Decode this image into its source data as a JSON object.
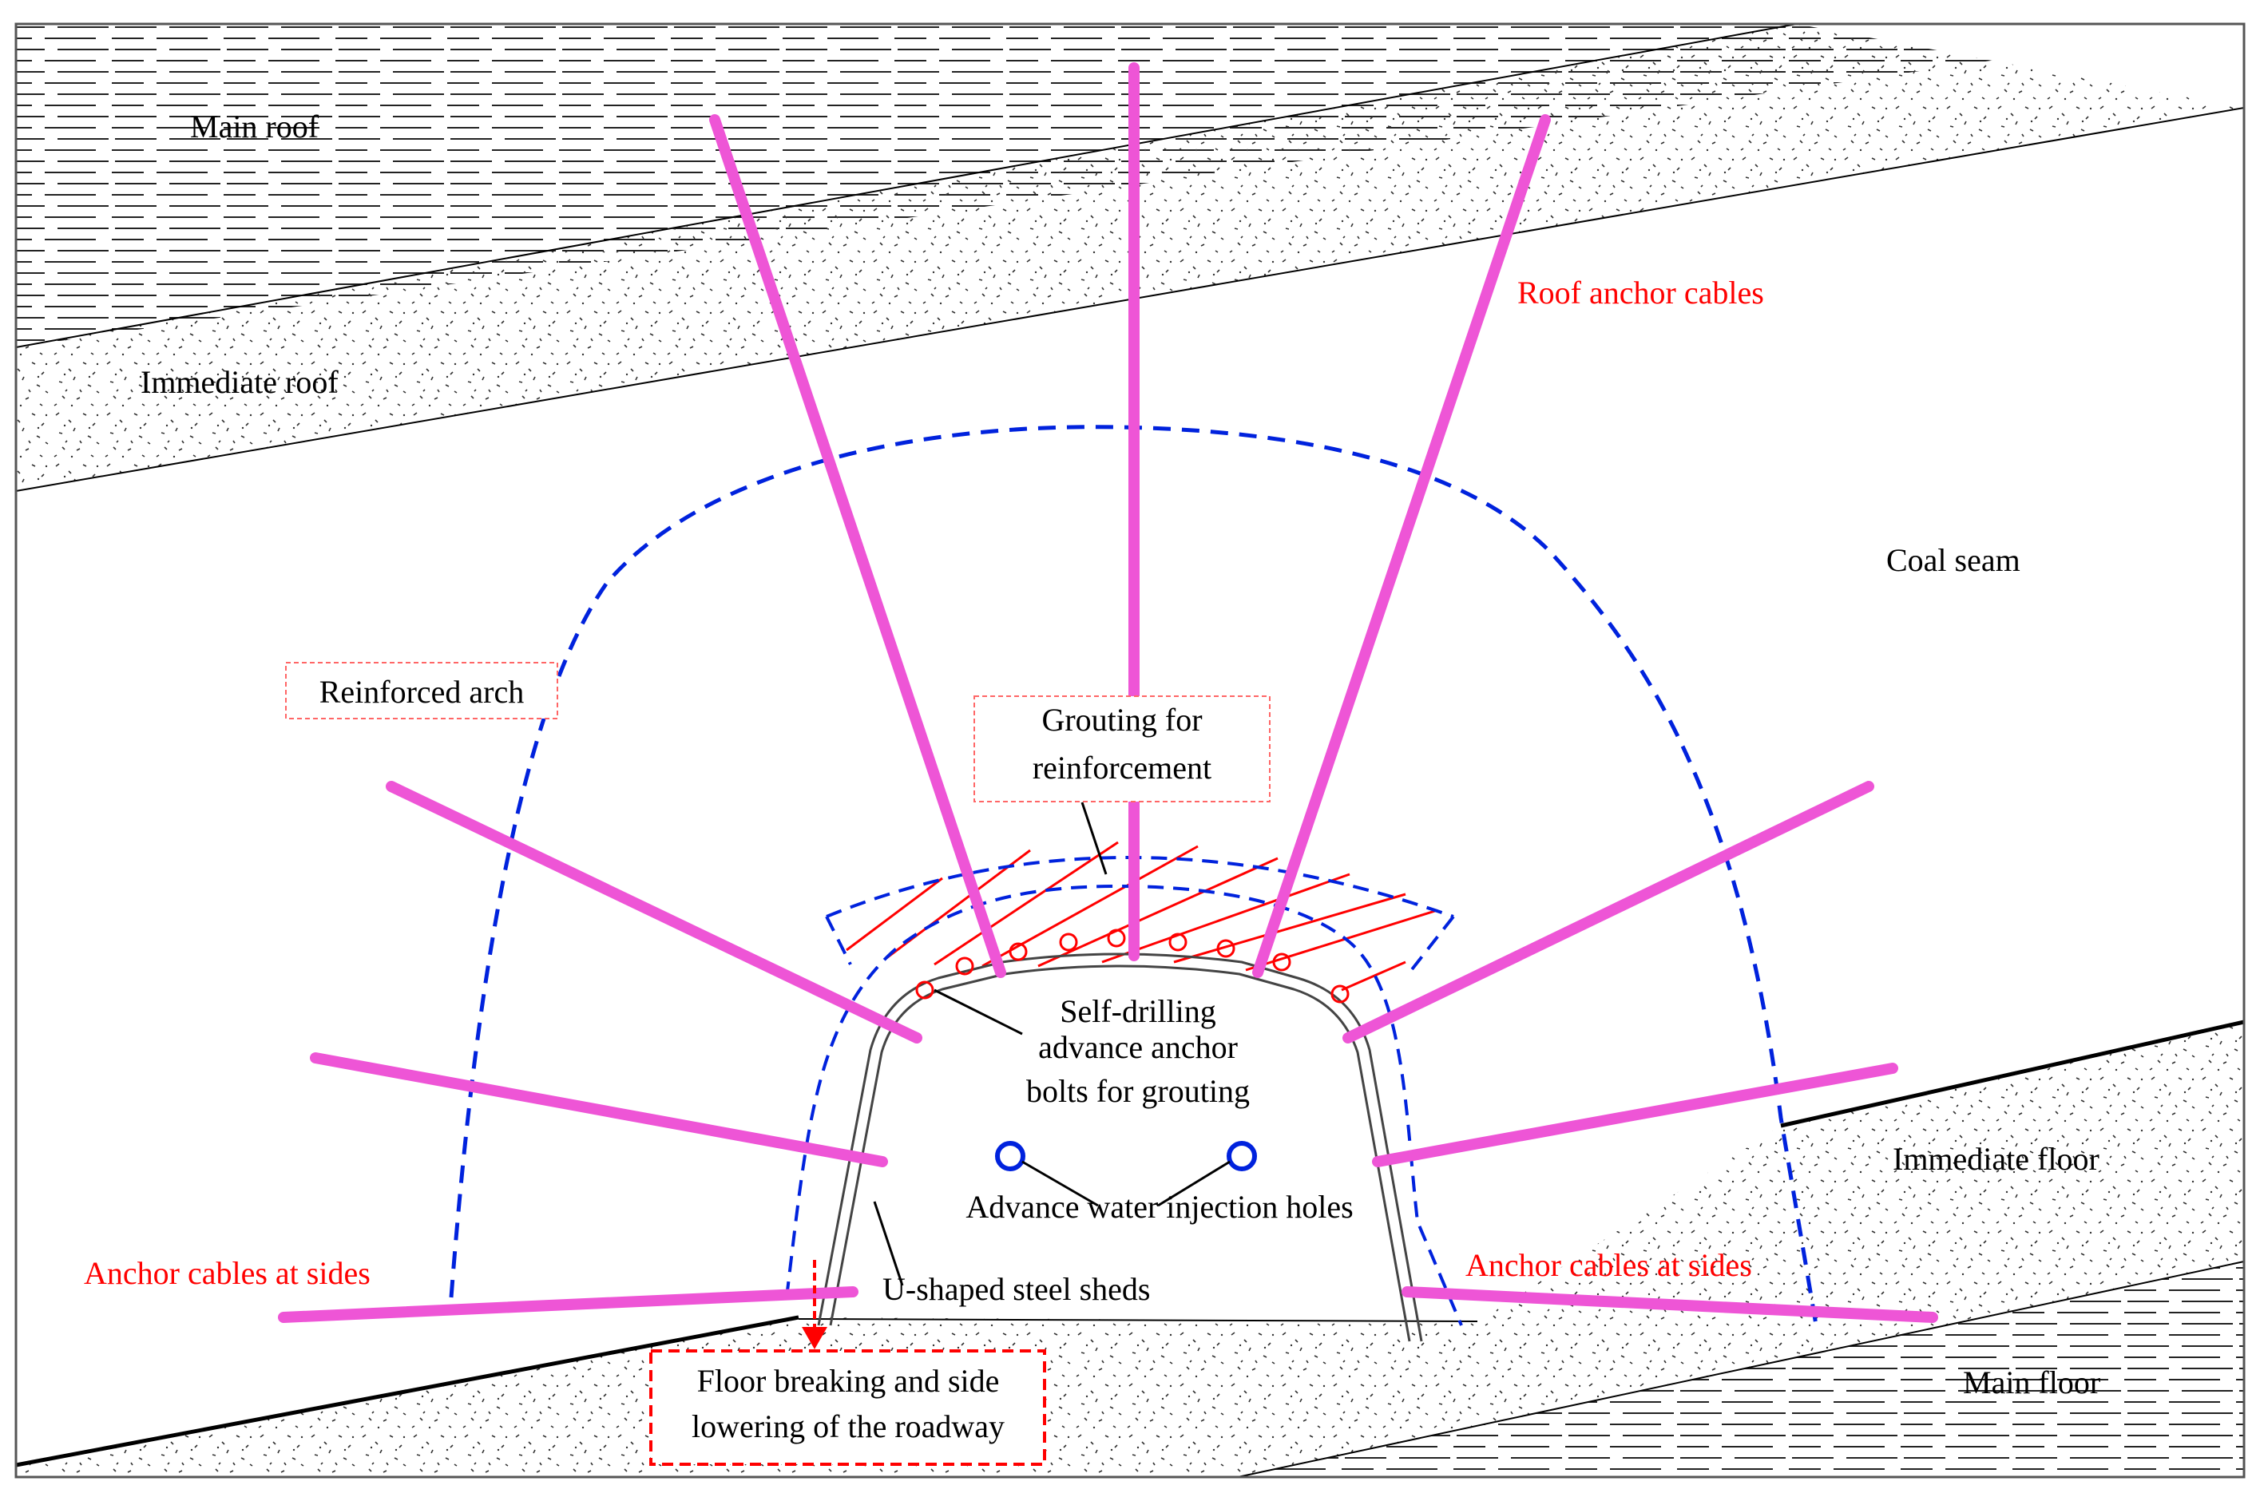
{
  "labels": {
    "main_roof": "Main roof",
    "immediate_roof": "Immediate roof",
    "roof_anchor_cables": "Roof anchor cables",
    "coal_seam": "Coal seam",
    "reinforced_arch": "Reinforced arch",
    "grouting_line1": "Grouting for",
    "grouting_line2": "reinforcement",
    "self_drilling_line1": "Self-drilling",
    "self_drilling_line2": "advance anchor",
    "self_drilling_line3": "bolts for grouting",
    "water_injection": "Advance water injection holes",
    "u_shaped": "U-shaped steel sheds",
    "anchor_left": "Anchor cables at sides",
    "anchor_right": "Anchor cables at sides",
    "immediate_floor": "Immediate floor",
    "main_floor": "Main floor",
    "floor_line1": "Floor breaking and side",
    "floor_line2": "lowering of the roadway"
  },
  "colors": {
    "cable": "#ee55d6",
    "arch_dash": "#0022dd",
    "label_red": "#ff0000",
    "hatch": "#ff0000",
    "stroke": "#000000"
  }
}
